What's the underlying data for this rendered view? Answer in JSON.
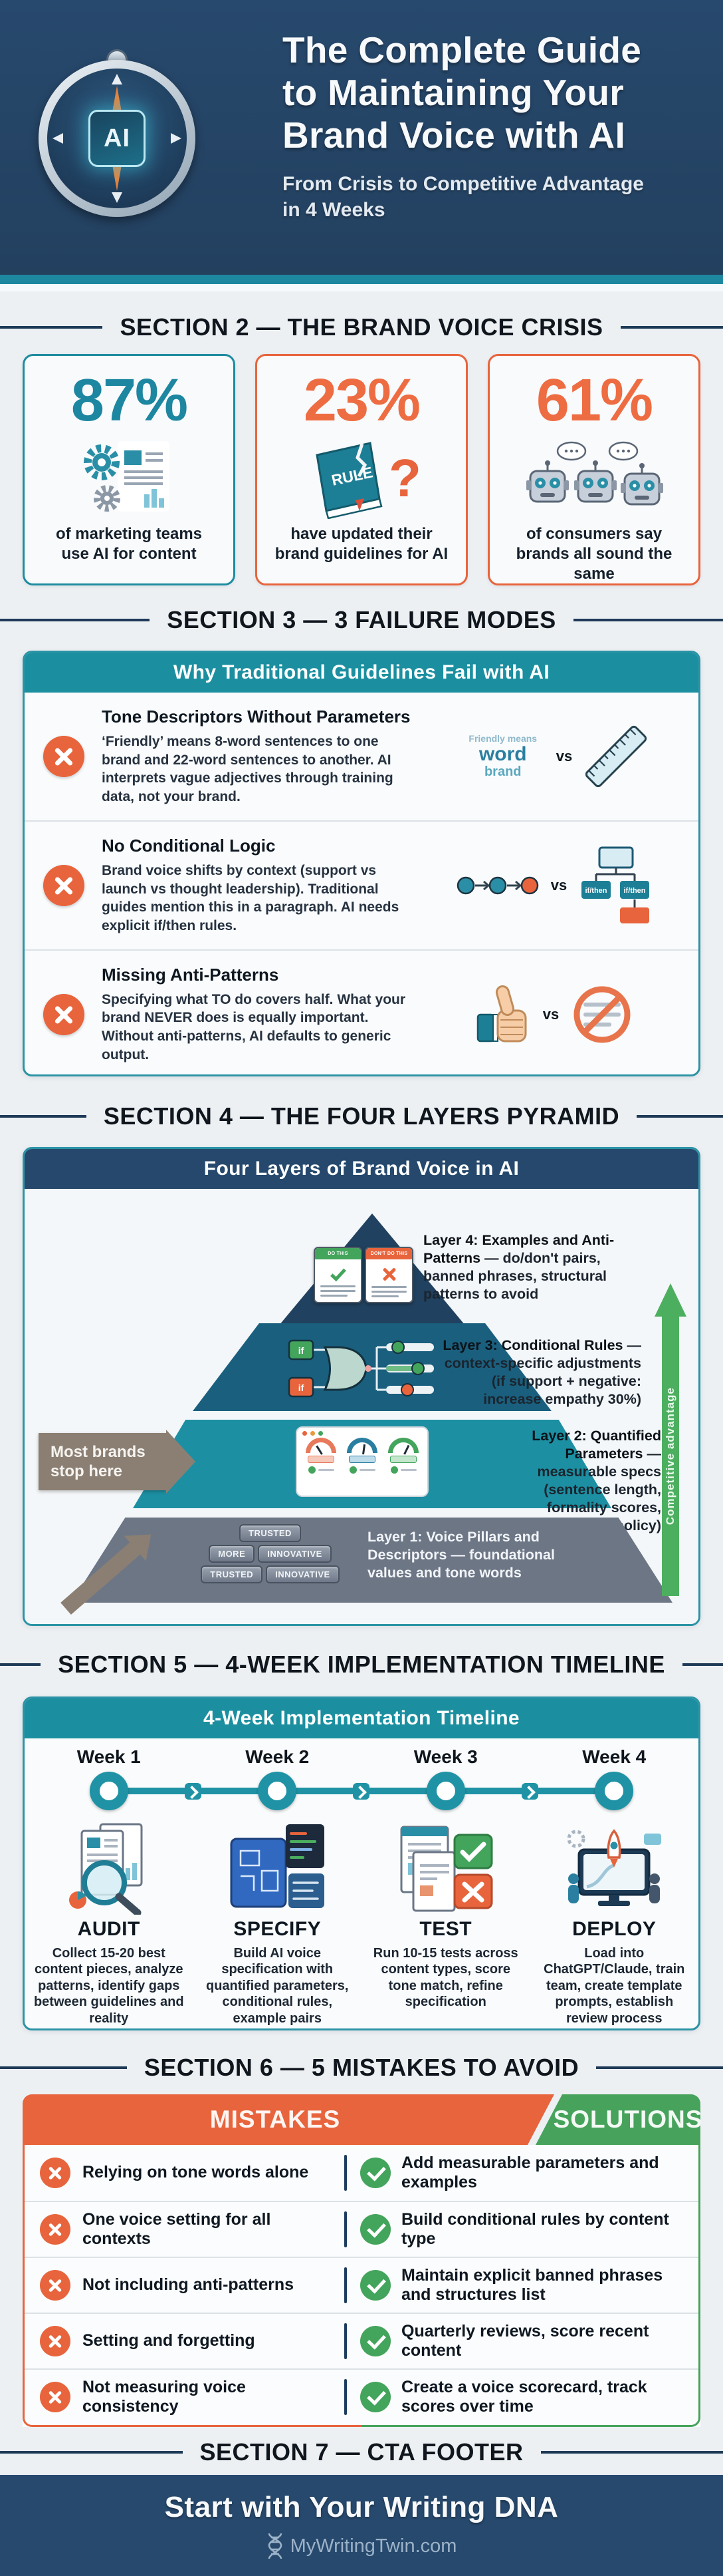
{
  "colors": {
    "navy": "#25486c",
    "teal": "#1b8fa0",
    "teal_dark": "#1a5f7e",
    "orange": "#e8643c",
    "green": "#43a45c",
    "green_arrow": "#4caf5f",
    "slate": "#6d7685",
    "bg": "#edf0f3"
  },
  "header": {
    "logo_text": "AI",
    "title_lines": [
      "The Complete Guide",
      "to Maintaining Your",
      "Brand Voice with AI"
    ],
    "subtitle_lines": [
      "From Crisis to Competitive Advantage",
      "in 4 Weeks"
    ]
  },
  "dividers": {
    "s2": "SECTION 2 — THE BRAND VOICE CRISIS",
    "s3": "SECTION 3 — 3 FAILURE MODES",
    "s4": "SECTION 4 — THE FOUR LAYERS PYRAMID",
    "s5": "SECTION 5 — 4-WEEK IMPLEMENTATION TIMELINE",
    "s6": "SECTION 6 — 5 MISTAKES TO AVOID",
    "s7": "SECTION 7 — CTA FOOTER"
  },
  "stats": {
    "items": [
      {
        "value": "87%",
        "caption": "of marketing teams use AI for content"
      },
      {
        "value": "23%",
        "caption": "have updated their brand guidelines for AI",
        "book_label": "RULE",
        "question_mark": "?"
      },
      {
        "value": "61%",
        "caption": "of consumers say brands all sound the same"
      }
    ]
  },
  "failures": {
    "title": "Why Traditional Guidelines Fail with AI",
    "vs_label": "vs",
    "items": [
      {
        "title": "Tone Descriptors Without Parameters",
        "body": "‘Friendly’ means 8-word sentences to one brand and 22-word sentences to another. AI interprets vague adjectives through training data, not your brand.",
        "cloud_words": [
          "Friendly means",
          "word",
          "brand"
        ]
      },
      {
        "title": "No Conditional Logic",
        "body": "Brand voice shifts by context (support vs launch vs thought leadership). Traditional guides mention this in a paragraph. AI needs explicit if/then rules.",
        "flow_label": "if/then"
      },
      {
        "title": "Missing Anti-Patterns",
        "body": "Specifying what TO do covers half. What your brand NEVER does is equally important. Without anti-patterns, AI defaults to generic output."
      }
    ]
  },
  "pyramid": {
    "title": "Four Layers of Brand Voice in AI",
    "do_card": {
      "do": "DO THIS",
      "dont": "DON'T DO THIS"
    },
    "if_label": "if",
    "layers": [
      {
        "name": "Layer 4: Examples and Anti-Patterns",
        "rest": "— do/don't pairs, banned phrases, structural patterns to avoid"
      },
      {
        "name": "Layer 3: Conditional Rules",
        "rest": "— context-specific adjustments (if support + negative: increase empathy 30%)"
      },
      {
        "name": "Layer 2: Quantified Parameters",
        "rest": "— measurable specs (sentence length, formality scores, contraction policy)"
      },
      {
        "name": "Layer 1: Voice Pillars and Descriptors",
        "rest": "— foundational values and tone words"
      }
    ],
    "bricks": [
      "TRUSTED",
      "MORE",
      "INNOVATIVE",
      "TRUSTED",
      "INNOVATIVE"
    ],
    "left_arrow": "Most brands stop here",
    "right_arrow": "Competitive advantage"
  },
  "timeline": {
    "title": "4-Week Implementation Timeline",
    "weeks": [
      {
        "week": "Week 1",
        "phase": "AUDIT",
        "desc": "Collect 15-20 best content pieces, analyze patterns, identify gaps between guidelines and reality"
      },
      {
        "week": "Week 2",
        "phase": "SPECIFY",
        "desc": "Build AI voice specification with quantified parameters, conditional rules, example pairs"
      },
      {
        "week": "Week 3",
        "phase": "TEST",
        "desc": "Run 10-15 tests across content types, score tone match, refine specification"
      },
      {
        "week": "Week 4",
        "phase": "DEPLOY",
        "desc": "Load into ChatGPT/Claude, train team, create template prompts, establish review process"
      }
    ]
  },
  "mistakes": {
    "col_mistakes": "MISTAKES",
    "col_solutions": "SOLUTIONS",
    "rows": [
      {
        "mistake": "Relying on tone words alone",
        "solution": "Add measurable parameters and examples"
      },
      {
        "mistake": "One voice setting for all contexts",
        "solution": "Build conditional rules by content type"
      },
      {
        "mistake": "Not including anti-patterns",
        "solution": "Maintain explicit banned phrases and structures list"
      },
      {
        "mistake": "Setting and forgetting",
        "solution": "Quarterly reviews, score recent content"
      },
      {
        "mistake": "Not measuring voice consistency",
        "solution": "Create a voice scorecard, track scores over time"
      }
    ]
  },
  "footer": {
    "cta": "Start with Your Writing DNA",
    "site": "MyWritingTwin.com"
  }
}
